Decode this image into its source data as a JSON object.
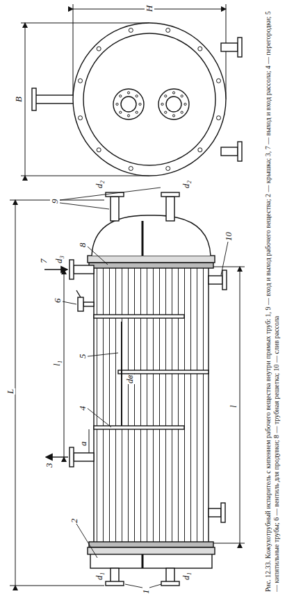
{
  "diagram": {
    "caption": "Рис. 12.33. Кожухотрубный испаритель с кипением рабочего вещества внутри прямых труб: 1, 9 — вход и выход рабочего вещества; 2 — крышка; 3, 7 — выход и вход рассола; 4 — перегородки; 5 — кипятильные трубы; 6 — вентиль для продувки; 8 — трубная решетка; 10 — слив рассола",
    "labels": [
      "L",
      "l₁",
      "l",
      "a",
      "dв",
      "d₁",
      "d₁",
      "d₂",
      "d₂",
      "d₃",
      "H",
      "B",
      "1",
      "2",
      "3",
      "4",
      "5",
      "6",
      "7",
      "8",
      "9",
      "10"
    ]
  }
}
